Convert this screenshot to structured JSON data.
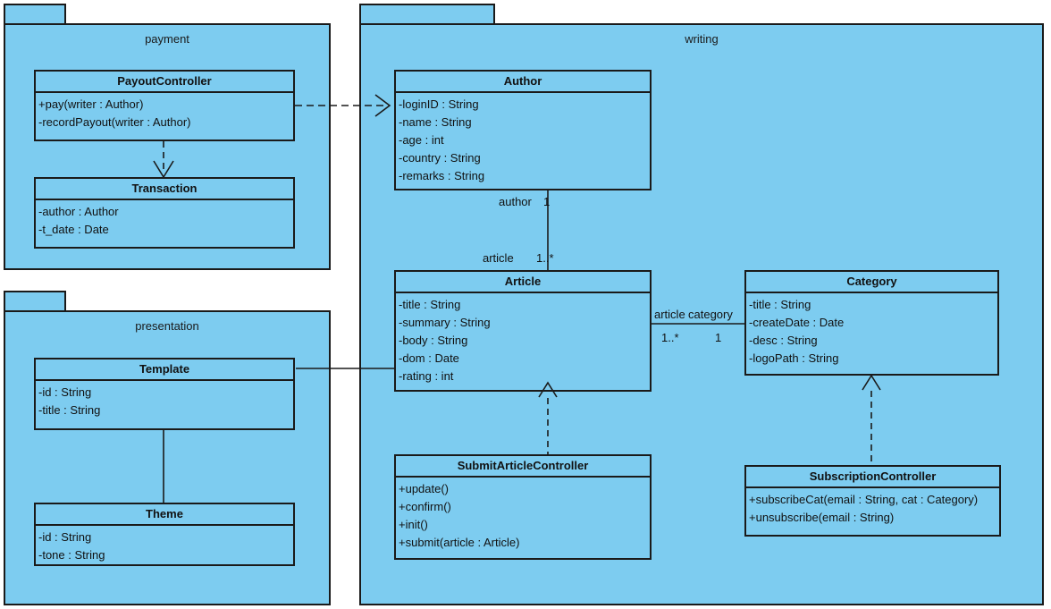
{
  "diagram": {
    "type": "uml-class-diagram",
    "background": "#ffffff",
    "fill_color": "#7dccf0",
    "line_color": "#1a1a1a"
  },
  "packages": [
    {
      "name": "payment"
    },
    {
      "name": "presentation"
    },
    {
      "name": "writing"
    }
  ],
  "classes": {
    "payout_controller": {
      "name": "PayoutController",
      "members": [
        "+pay(writer : Author)",
        "-recordPayout(writer : Author)"
      ]
    },
    "transaction": {
      "name": "Transaction",
      "members": [
        "-author : Author",
        "-t_date : Date"
      ]
    },
    "template": {
      "name": "Template",
      "members": [
        "-id : String",
        "-title : String"
      ]
    },
    "theme": {
      "name": "Theme",
      "members": [
        "-id : String",
        "-tone : String"
      ]
    },
    "author": {
      "name": "Author",
      "members": [
        "-loginID : String",
        "-name : String",
        "-age : int",
        "-country : String",
        "-remarks : String"
      ]
    },
    "article": {
      "name": "Article",
      "members": [
        "-title : String",
        "-summary : String",
        "-body : String",
        "-dom : Date",
        "-rating : int"
      ]
    },
    "category": {
      "name": "Category",
      "members": [
        "-title : String",
        "-createDate : Date",
        "-desc : String",
        "-logoPath : String"
      ]
    },
    "submit_article_controller": {
      "name": "SubmitArticleController",
      "members": [
        "+update()",
        "+confirm()",
        "+init()",
        "+submit(article : Article)"
      ]
    },
    "subscription_controller": {
      "name": "SubscriptionController",
      "members": [
        "+subscribeCat(email : String, cat : Category)",
        "+unsubscribe(email : String)"
      ]
    }
  },
  "edge_labels": {
    "author_role": "author",
    "author_mult": "1",
    "article_role": "article",
    "article_mult": "1..*",
    "article_role_h": "article",
    "category_role_h": "category",
    "article_mult_h": "1..*",
    "category_mult_h": "1"
  }
}
